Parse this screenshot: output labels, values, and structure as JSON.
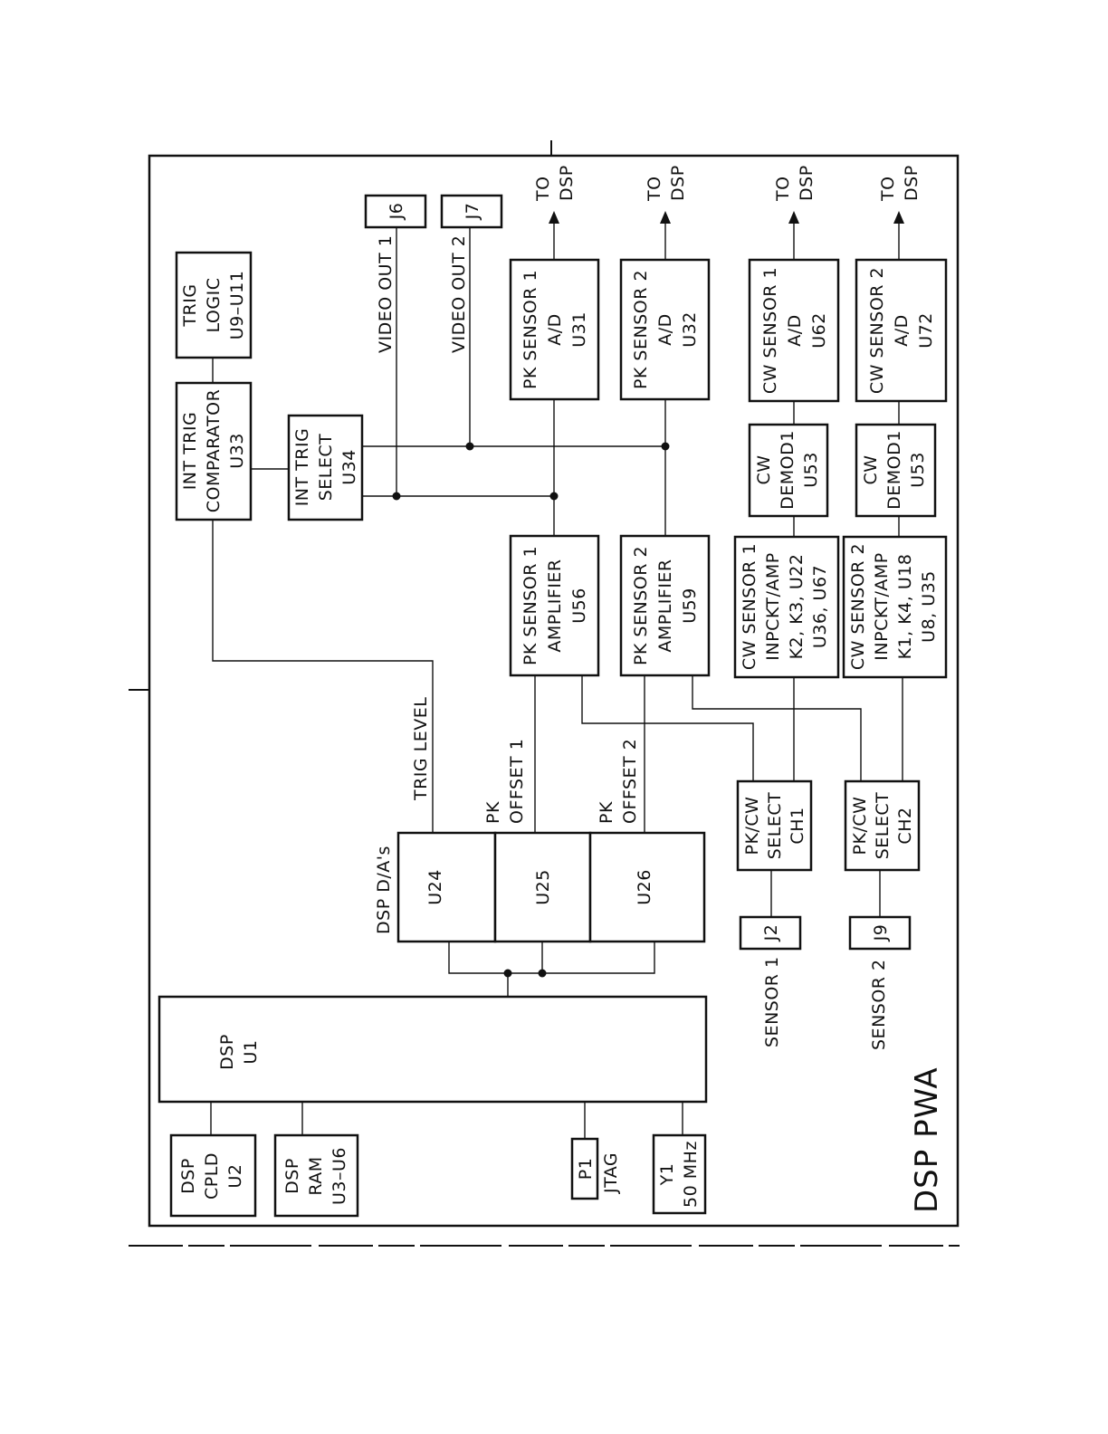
{
  "diagram": {
    "title": "DSP PWA",
    "blocks": {
      "trig_logic": [
        "TRIG",
        "LOGIC",
        "U9–U11"
      ],
      "int_trig_comparator": [
        "INT TRIG",
        "COMPARATOR",
        "U33"
      ],
      "int_trig_select": [
        "INT TRIG",
        "SELECT",
        "U34"
      ],
      "j6": [
        "J6"
      ],
      "j7": [
        "J7"
      ],
      "pk_sensor1_ad": [
        "PK SENSOR 1",
        "A/D",
        "U31"
      ],
      "pk_sensor2_ad": [
        "PK SENSOR 2",
        "A/D",
        "U32"
      ],
      "cw_sensor1_ad": [
        "CW SENSOR 1",
        "A/D",
        "U62"
      ],
      "cw_sensor2_ad": [
        "CW SENSOR 2",
        "A/D",
        "U72"
      ],
      "cw_demod_1": [
        "CW",
        "DEMOD1",
        "U53"
      ],
      "cw_demod_2": [
        "CW",
        "DEMOD1",
        "U53"
      ],
      "pk_sensor1_amp": [
        "PK SENSOR 1",
        "AMPLIFIER",
        "U56"
      ],
      "pk_sensor2_amp": [
        "PK SENSOR 2",
        "AMPLIFIER",
        "U59"
      ],
      "cw_sensor1_inpckt": [
        "CW SENSOR 1",
        "INPCKT/AMP",
        "K2, K3, U22",
        "U36, U67"
      ],
      "cw_sensor2_inpckt": [
        "CW SENSOR 2",
        "INPCKT/AMP",
        "K1, K4, U18",
        "U8, U35"
      ],
      "pkcw_select_ch1": [
        "PK/CW",
        "SELECT",
        "CH1"
      ],
      "pkcw_select_ch2": [
        "PK/CW",
        "SELECT",
        "CH2"
      ],
      "j2": [
        "J2"
      ],
      "j9": [
        "J9"
      ],
      "u24": [
        "U24"
      ],
      "u25": [
        "U25"
      ],
      "u26": [
        "U26"
      ],
      "dsp_u1": [
        "DSP",
        "U1"
      ],
      "dsp_cpld": [
        "DSP",
        "CPLD",
        "U2"
      ],
      "dsp_ram": [
        "DSP",
        "RAM",
        "U3–U6"
      ],
      "p1": [
        "P1"
      ],
      "y1": [
        "Y1",
        "50 MHz"
      ]
    },
    "labels": {
      "video_out_1": "VIDEO OUT 1",
      "video_out_2": "VIDEO OUT 2",
      "to_dsp": [
        "TO",
        "DSP"
      ],
      "trig_level": "TRIG LEVEL",
      "pk_offset_1": [
        "PK",
        "OFFSET 1"
      ],
      "pk_offset_2": [
        "PK",
        "OFFSET 2"
      ],
      "dsp_das": "DSP D/A's",
      "sensor_1": "SENSOR 1",
      "sensor_2": "SENSOR 2",
      "jtag": "JTAG"
    }
  }
}
